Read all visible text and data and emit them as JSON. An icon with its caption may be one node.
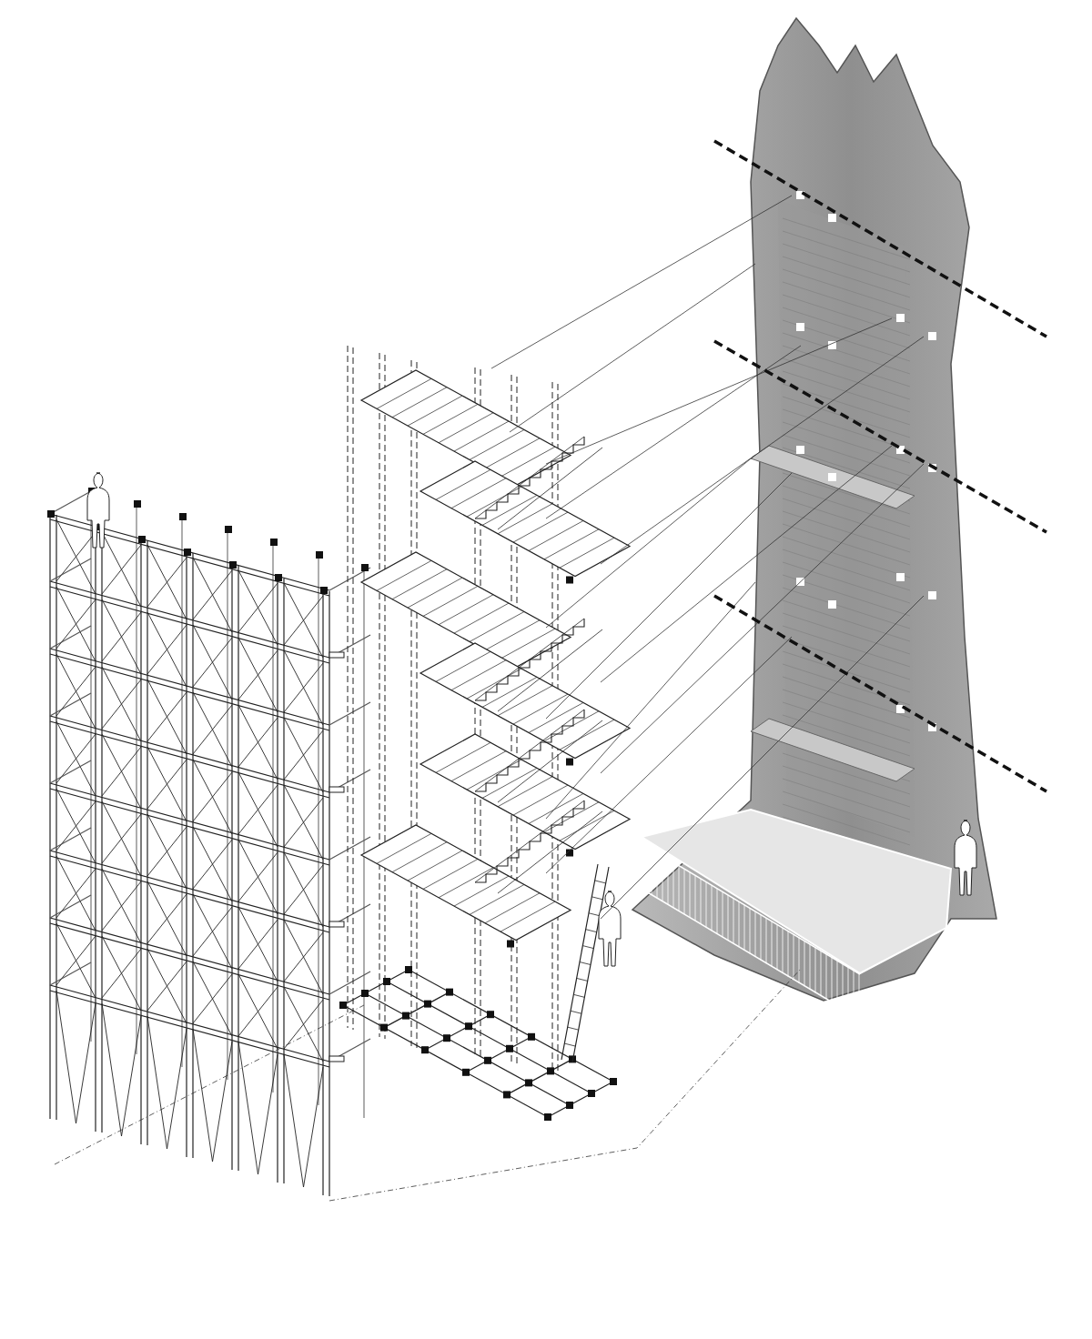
{
  "diagram": {
    "nodes": [
      {
        "text": [],
        "shape": "picture"
      },
      {
        "text": [],
        "shape": "picture"
      },
      {
        "text": [],
        "shape": "picture"
      }
    ],
    "edges": [
      {
        "from": 1,
        "to": 2,
        "arrow": "none"
      },
      {
        "from": 1,
        "to": 2,
        "arrow": "none"
      },
      {
        "from": 1,
        "to": 2,
        "arrow": "none"
      },
      {
        "from": 1,
        "to": 2,
        "arrow": "none"
      },
      {
        "from": 1,
        "to": 2,
        "arrow": "none"
      },
      {
        "from": 1,
        "to": 2,
        "arrow": "none"
      },
      {
        "from": 1,
        "to": 2,
        "arrow": "none"
      },
      {
        "from": 1,
        "to": 2,
        "arrow": "none"
      },
      {
        "from": 1,
        "to": 2,
        "arrow": "none"
      },
      {
        "from": 1,
        "to": 2,
        "arrow": "none"
      },
      {
        "from": 1,
        "to": 2,
        "arrow": "none"
      },
      {
        "from": 1,
        "to": 2,
        "arrow": "none"
      },
      {
        "from": 0,
        "to": 2,
        "arrow": "none",
        "style": "dashed"
      },
      {
        "from": 0,
        "to": 1,
        "arrow": "none",
        "style": "dashed"
      }
    ]
  }
}
